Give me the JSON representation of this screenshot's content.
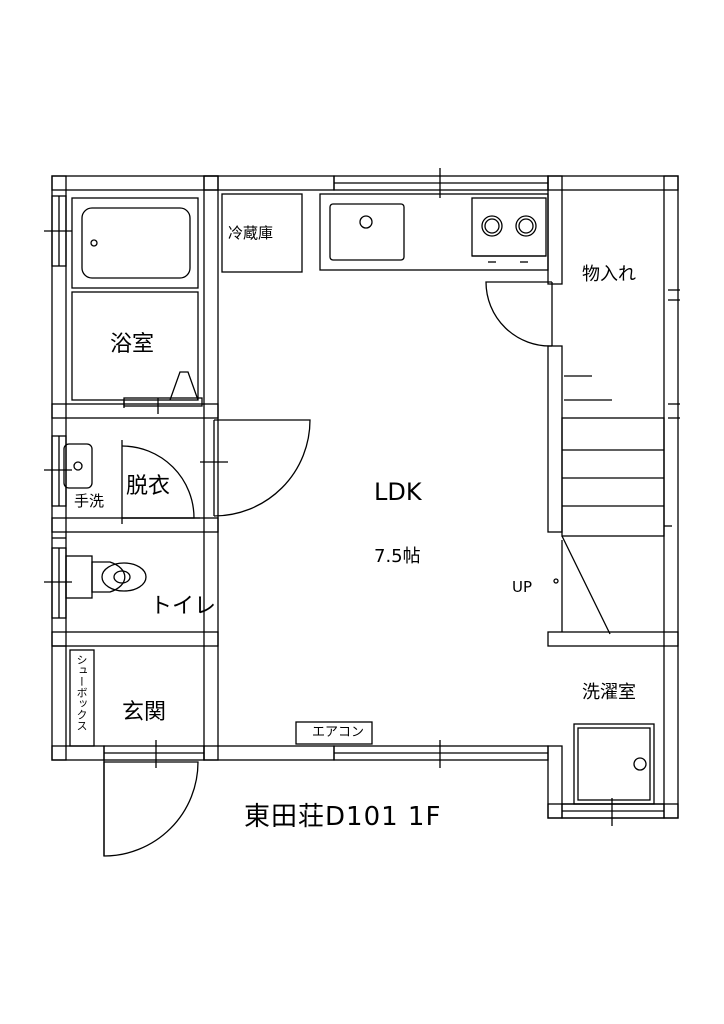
{
  "plan": {
    "title": "東田荘D101 1F",
    "rooms": {
      "bathroom": "浴室",
      "refrigerator": "冷蔵庫",
      "closet": "物入れ",
      "ldk": "LDK",
      "ldk_size": "7.5帖",
      "dressing": "脱衣",
      "washbasin": "手洗",
      "toilet": "トイレ",
      "entrance": "玄関",
      "shoe_box": "シューボックス",
      "laundry": "洗濯室",
      "stairs_up": "UP",
      "aircon": "エアコン"
    }
  }
}
